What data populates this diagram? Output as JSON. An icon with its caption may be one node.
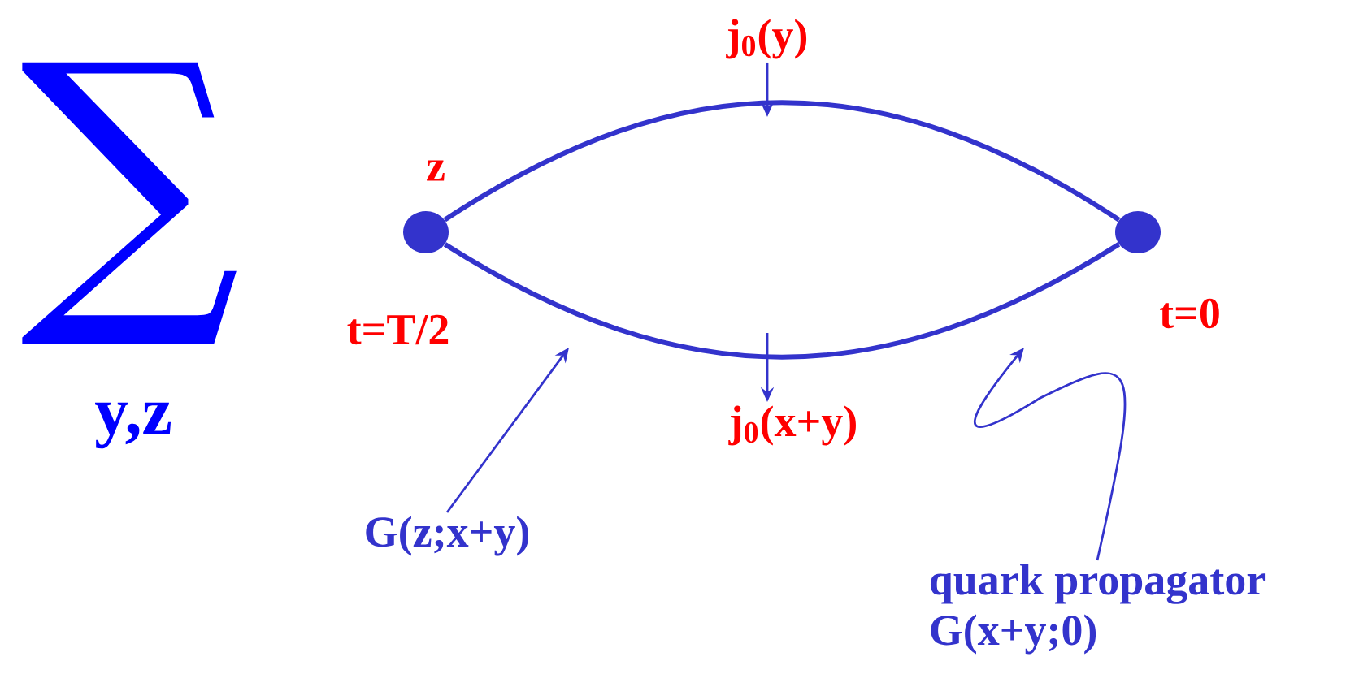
{
  "diagram": {
    "nodes": [
      {
        "text": [],
        "shape": "circle",
        "beside": [
          "z",
          "t=T/2"
        ]
      },
      {
        "text": [],
        "shape": "circle",
        "beside": [
          "t=0"
        ]
      },
      {
        "text": [
          "j$_{0}$(y)"
        ]
      },
      {
        "text": [
          "j$_{0}$(x+y)"
        ]
      },
      {
        "text": [
          "G(z;x+y)"
        ]
      },
      {
        "text": [
          "quark propagator",
          "G(x+y;0)"
        ]
      }
    ],
    "edges": [
      {
        "from": 0,
        "to": 1,
        "arrow": "none",
        "style": "thick"
      },
      {
        "from": 0,
        "to": 1,
        "arrow": "none",
        "style": "thick"
      },
      {
        "from": 2,
        "to": null,
        "arrow": "to"
      },
      {
        "from": null,
        "to": 3,
        "arrow": "to"
      },
      {
        "from": 4,
        "to": null,
        "arrow": "to"
      },
      {
        "from": 5,
        "to": null,
        "arrow": "to"
      }
    ],
    "labels": [
      "∑",
      "y,z"
    ]
  }
}
